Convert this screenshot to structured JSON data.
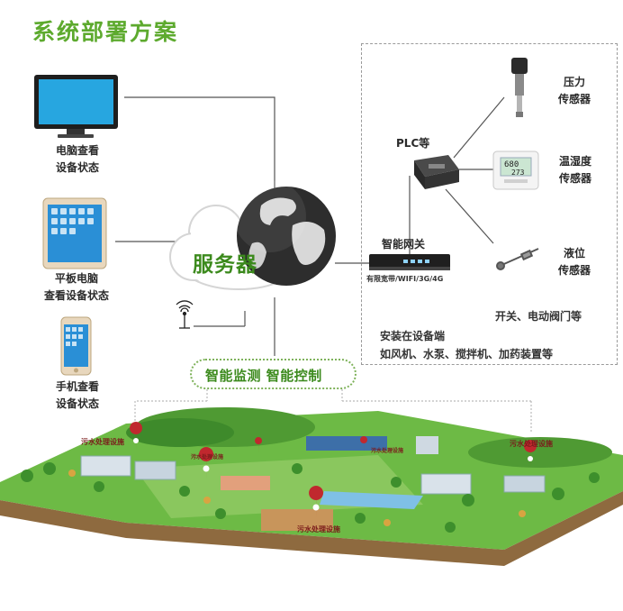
{
  "title": "系统部署方案",
  "devices": {
    "computer": [
      "电脑查看",
      "设备状态"
    ],
    "tablet": [
      "平板电脑",
      "查看设备状态"
    ],
    "phone": [
      "手机查看",
      "设备状态"
    ]
  },
  "server_label": "服务器",
  "gateway": {
    "label": "智能网关",
    "net": "有限宽带/WIFI/3G/4G"
  },
  "plc_label": "PLC等",
  "sensors": {
    "pressure": [
      "压力",
      "传感器"
    ],
    "humidity": [
      "温湿度",
      "传感器"
    ],
    "level": [
      "液位",
      "传感器"
    ]
  },
  "humidity_readout": [
    "680",
    "273"
  ],
  "valves_note": "开关、电动阀门等",
  "install_note": [
    "安装在设备端",
    "如风机、水泵、搅拌机、加药装置等"
  ],
  "monitor_label": "智能监测 智能控制",
  "facility_labels": {
    "top_left": "污水处理设施",
    "top_right": "污水处理设施",
    "bottom": "污水处理设施",
    "small_1": "污水处理设施",
    "small_2": "污水处理设施"
  },
  "colors": {
    "title": "#5daa2e",
    "accent": "#3c8a1d",
    "pin": "#c0282e",
    "lines": "#555555"
  }
}
